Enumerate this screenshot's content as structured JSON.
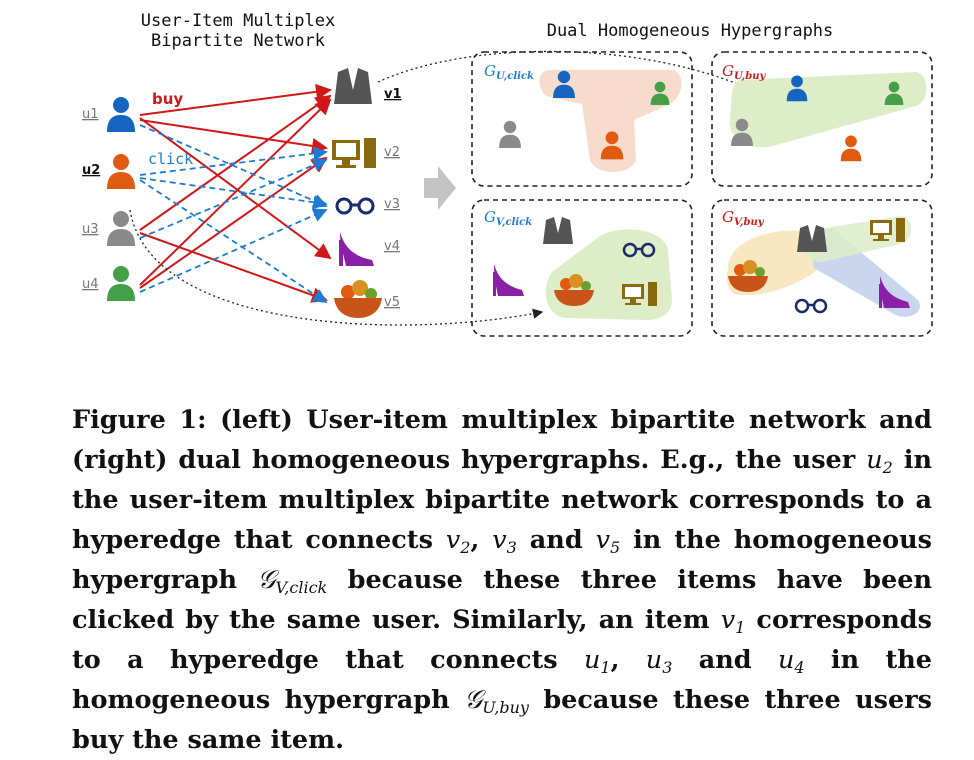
{
  "figure": {
    "left_title_line1": "User-Item Multiplex",
    "left_title_line2": "Bipartite Network",
    "right_title": "Dual Homogeneous Hypergraphs",
    "edge_label_buy": "buy",
    "edge_label_click": "click",
    "users": [
      "u1",
      "u2",
      "u3",
      "u4"
    ],
    "items": [
      "v1",
      "v2",
      "v3",
      "v4",
      "v5"
    ],
    "panels": {
      "u_click": {
        "main": "G",
        "sub": "U,click"
      },
      "u_buy": {
        "main": "G",
        "sub": "U,buy"
      },
      "v_click": {
        "main": "G",
        "sub": "V,click"
      },
      "v_buy": {
        "main": "G",
        "sub": "V,buy"
      }
    },
    "colors": {
      "buy": "#d01818",
      "click": "#1f7bd1",
      "user_blue": "#1565c0",
      "user_orange": "#e05a10",
      "user_gray": "#8a8a8a",
      "user_green": "#43a047",
      "hyper_orange": "#f7dccd",
      "hyper_green": "#dcedc8",
      "hyper_blue": "#c9d6ee",
      "hyper_yellow": "#f7e8c2"
    }
  },
  "caption": {
    "p1": "Figure 1: (left) User-item multiplex bipartite network and (right) dual homogeneous hypergraphs. E.g., the user ",
    "u2": "u",
    "u2_sub": "2",
    "p2": " in the user-item multiplex bipartite network corresponds to a hyperedge that connects ",
    "v2": "v",
    "v2_sub": "2",
    "c1": ", ",
    "v3": "v",
    "v3_sub": "3",
    "p3": " and ",
    "v5": "v",
    "v5_sub": "5",
    "p4": " in the homogeneous hypergraph ",
    "g1": "𝒢",
    "g1_sub": "V,click",
    "p5": " because these three items have been clicked by the same user. Similarly, an item ",
    "v1": "v",
    "v1_sub": "1",
    "p6": " corresponds to a hyperedge that connects ",
    "u1": "u",
    "u1_sub": "1",
    "c2": ", ",
    "u3": "u",
    "u3_sub": "3",
    "p7": " and ",
    "u4": "u",
    "u4_sub": "4",
    "p8": " in the homogeneous hypergraph ",
    "g2": "𝒢",
    "g2_sub": "U,buy",
    "p9": " because these three users buy the same item."
  }
}
